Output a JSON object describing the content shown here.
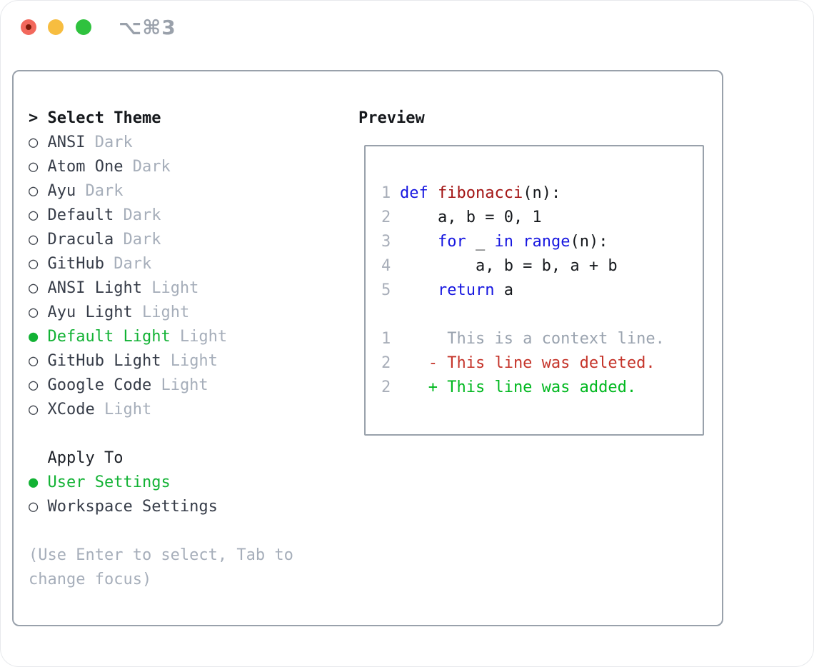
{
  "window": {
    "title_shortcut": "⌥⌘3"
  },
  "theme_picker": {
    "heading_prefix": ">",
    "heading": "Select Theme",
    "items": [
      {
        "name": "ANSI",
        "variant": "Dark",
        "selected": false
      },
      {
        "name": "Atom One",
        "variant": "Dark",
        "selected": false
      },
      {
        "name": "Ayu",
        "variant": "Dark",
        "selected": false
      },
      {
        "name": "Default",
        "variant": "Dark",
        "selected": false
      },
      {
        "name": "Dracula",
        "variant": "Dark",
        "selected": false
      },
      {
        "name": "GitHub",
        "variant": "Dark",
        "selected": false
      },
      {
        "name": "ANSI Light",
        "variant": "Light",
        "selected": false
      },
      {
        "name": "Ayu Light",
        "variant": "Light",
        "selected": false
      },
      {
        "name": "Default Light",
        "variant": "Light",
        "selected": true
      },
      {
        "name": "GitHub Light",
        "variant": "Light",
        "selected": false
      },
      {
        "name": "Google Code",
        "variant": "Light",
        "selected": false
      },
      {
        "name": "XCode",
        "variant": "Light",
        "selected": false
      }
    ]
  },
  "apply_to": {
    "heading": "Apply To",
    "options": [
      {
        "label": "User Settings",
        "selected": true
      },
      {
        "label": "Workspace Settings",
        "selected": false
      }
    ]
  },
  "hint": {
    "line1": "(Use Enter to select, Tab to",
    "line2": "change focus)"
  },
  "preview": {
    "heading": "Preview",
    "code_lines": [
      {
        "num": "1",
        "tokens": [
          {
            "text": "def",
            "color": "keyword"
          },
          {
            "text": " "
          },
          {
            "text": "fibonacci",
            "color": "function"
          },
          {
            "text": "(n):"
          }
        ]
      },
      {
        "num": "2",
        "tokens": [
          {
            "text": "    a, b = 0, 1"
          }
        ]
      },
      {
        "num": "3",
        "tokens": [
          {
            "text": "    "
          },
          {
            "text": "for",
            "color": "keyword"
          },
          {
            "text": " _ "
          },
          {
            "text": "in",
            "color": "keyword"
          },
          {
            "text": " "
          },
          {
            "text": "range",
            "color": "keyword"
          },
          {
            "text": "(n):"
          }
        ]
      },
      {
        "num": "4",
        "tokens": [
          {
            "text": "        a, b = b, a + b"
          }
        ]
      },
      {
        "num": "5",
        "tokens": [
          {
            "text": "    "
          },
          {
            "text": "return",
            "color": "keyword"
          },
          {
            "text": " a"
          }
        ]
      }
    ],
    "diff_lines": [
      {
        "num": "1",
        "text": "     This is a context line.",
        "kind": "context"
      },
      {
        "num": "2",
        "text": "   - This line was deleted.",
        "kind": "deleted"
      },
      {
        "num": "2",
        "text": "   + This line was added.",
        "kind": "added"
      }
    ]
  },
  "markers": {
    "unselected": "○",
    "selected": "●"
  },
  "colors": {
    "selected_green": "#12b234",
    "keyword_blue": "#1717e0",
    "function_red": "#a31515",
    "diff_deleted_red": "#c5342a",
    "diff_added_green": "#00b81f",
    "muted_gray": "#a6aeba",
    "border_gray": "#99a1ab",
    "traffic_red": "#f2685c",
    "traffic_yellow": "#f7bd40",
    "traffic_green": "#2fc23e"
  }
}
